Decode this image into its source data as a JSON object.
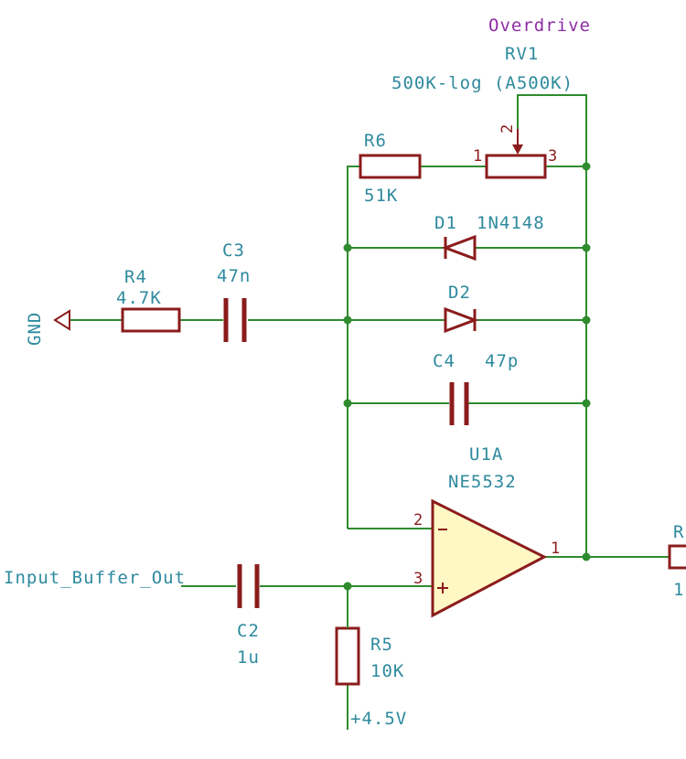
{
  "components": {
    "rv1": {
      "function": "Overdrive",
      "ref": "RV1",
      "value": "500K-log (A500K)",
      "pin1": "1",
      "pin2": "2",
      "pin3": "3"
    },
    "r6": {
      "ref": "R6",
      "value": "51K"
    },
    "d1": {
      "ref": "D1",
      "value": "1N4148"
    },
    "d2": {
      "ref": "D2"
    },
    "c3": {
      "ref": "C3",
      "value": "47n"
    },
    "r4": {
      "ref": "R4",
      "value": "4.7K"
    },
    "c4": {
      "ref": "C4",
      "value": "47p"
    },
    "u1a": {
      "ref": "U1A",
      "value": "NE5532",
      "pin_inv": "2",
      "pin_noninv": "3",
      "pin_out": "1"
    },
    "c2": {
      "ref": "C2",
      "value": "1u"
    },
    "r5": {
      "ref": "R5",
      "value": "10K"
    },
    "r_partial": {
      "ref": "R",
      "value": "1"
    }
  },
  "nets": {
    "gnd": "GND",
    "input": "Input_Buffer_Out",
    "bias": "+4.5V"
  },
  "colors": {
    "wire": "#2e8b2e",
    "component": "#8b1c1c",
    "label": "#2e8a9e",
    "function_label": "#8e2da4",
    "opamp_fill": "#fff8c4"
  }
}
